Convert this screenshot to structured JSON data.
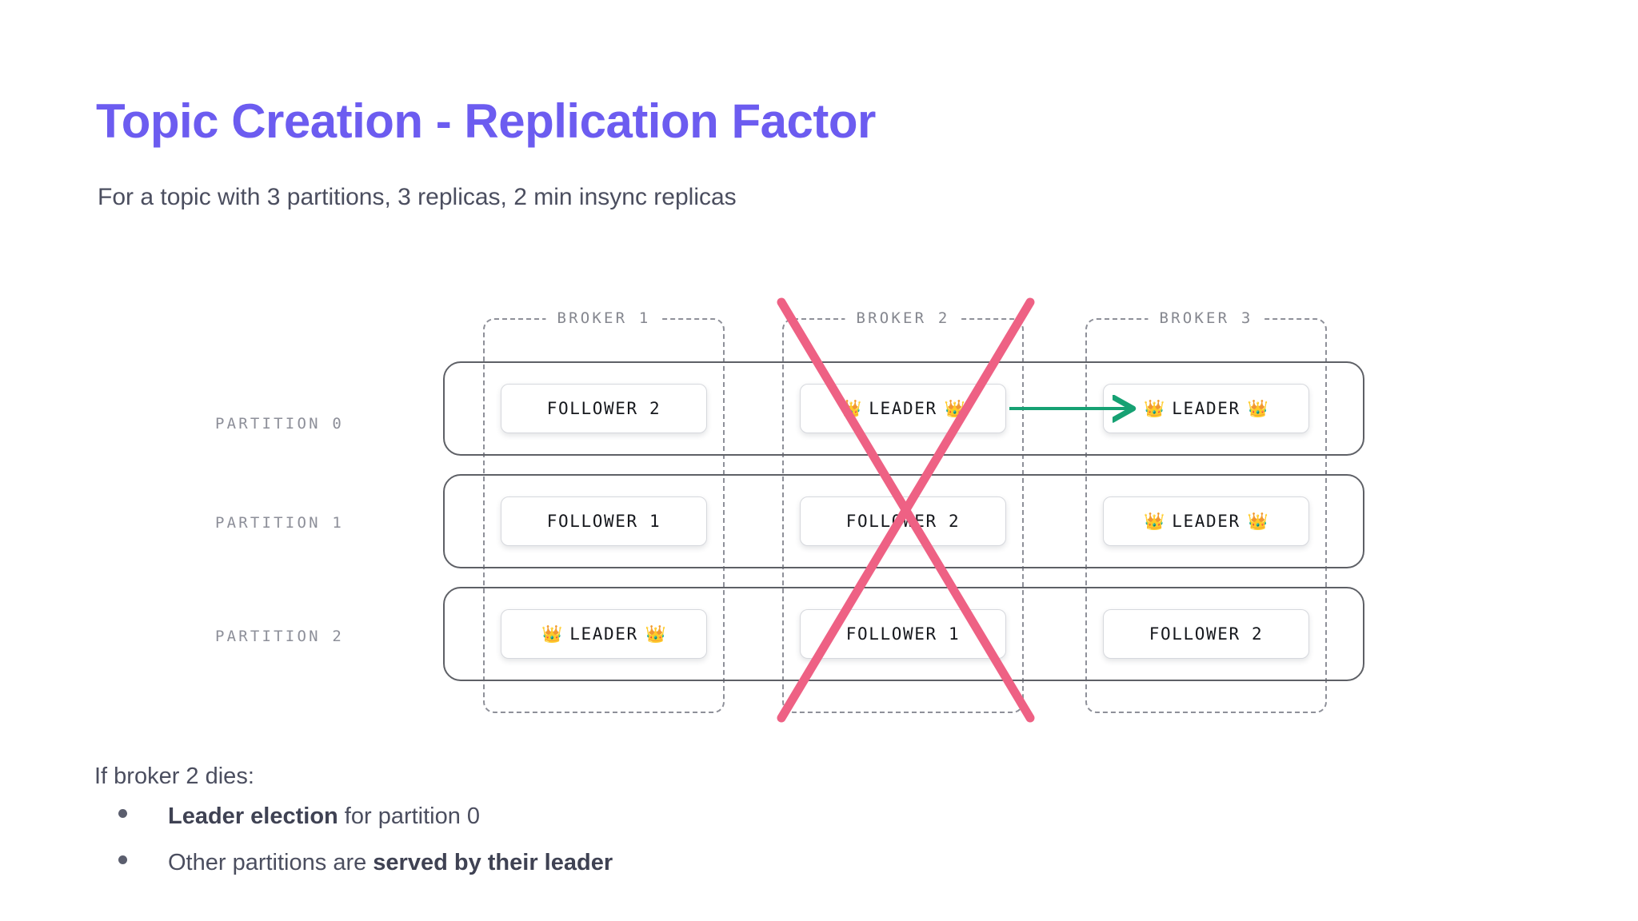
{
  "header": {
    "title": "Topic Creation - Replication Factor",
    "subtitle": "For a topic with 3 partitions, 3 replicas, 2 min insync replicas",
    "title_color": "#6c5cf0",
    "subtitle_color": "#4b4e5f"
  },
  "diagram": {
    "brokers": [
      {
        "label": "BROKER 1"
      },
      {
        "label": "BROKER 2"
      },
      {
        "label": "BROKER 3"
      }
    ],
    "partitions": [
      {
        "label": "PARTITION 0"
      },
      {
        "label": "PARTITION 1"
      },
      {
        "label": "PARTITION 2"
      }
    ],
    "cells": [
      [
        {
          "role": "follower",
          "text": "FOLLOWER 2",
          "crown": false
        },
        {
          "role": "leader",
          "text": "LEADER",
          "crown": true
        },
        {
          "role": "leader",
          "text": "LEADER",
          "crown": true
        }
      ],
      [
        {
          "role": "follower",
          "text": "FOLLOWER 1",
          "crown": false
        },
        {
          "role": "follower",
          "text": "FOLLOWER 2",
          "crown": false
        },
        {
          "role": "leader",
          "text": "LEADER",
          "crown": true
        }
      ],
      [
        {
          "role": "leader",
          "text": "LEADER",
          "crown": true
        },
        {
          "role": "follower",
          "text": "FOLLOWER 1",
          "crown": false
        },
        {
          "role": "follower",
          "text": "FOLLOWER 2",
          "crown": false
        }
      ]
    ],
    "crown_glyph": "👑",
    "annotations": {
      "dead_broker_mark": {
        "name": "broker-2-dead-cross",
        "target": "BROKER 2",
        "color": "#ee6184",
        "stroke_width": 11
      },
      "leader_transfer_arrow": {
        "name": "leader-election-arrow",
        "from": "BROKER 2 / PARTITION 0",
        "to": "BROKER 3 / PARTITION 0",
        "color": "#16a173",
        "stroke_width": 4
      }
    }
  },
  "footer": {
    "intro": "If broker 2 dies:",
    "bullets": [
      {
        "bold_lead": "Leader election",
        "rest": " for partition 0",
        "lead_plain": "",
        "bold_tail": ""
      },
      {
        "lead_plain": "Other partitions are ",
        "bold_tail": "served by their leader",
        "bold_lead": "",
        "rest": ""
      }
    ]
  }
}
